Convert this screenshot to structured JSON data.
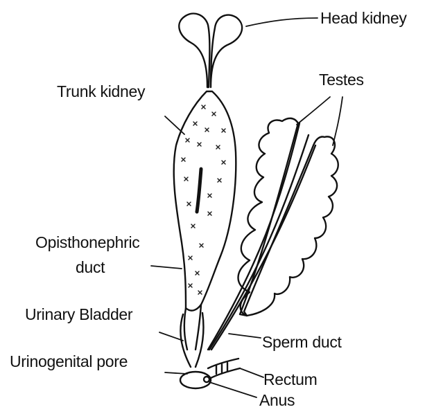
{
  "labels": {
    "head_kidney": "Head kidney",
    "trunk_kidney": "Trunk kidney",
    "testes": "Testes",
    "opisthonephric_line1": "Opisthonephric",
    "opisthonephric_line2": "duct",
    "urinary_bladder": "Urinary Bladder",
    "sperm_duct": "Sperm duct",
    "urinogenital_pore": "Urinogenital pore",
    "rectum": "Rectum",
    "anus": "Anus"
  },
  "colors": {
    "ink": "#111111",
    "background": "#ffffff"
  }
}
